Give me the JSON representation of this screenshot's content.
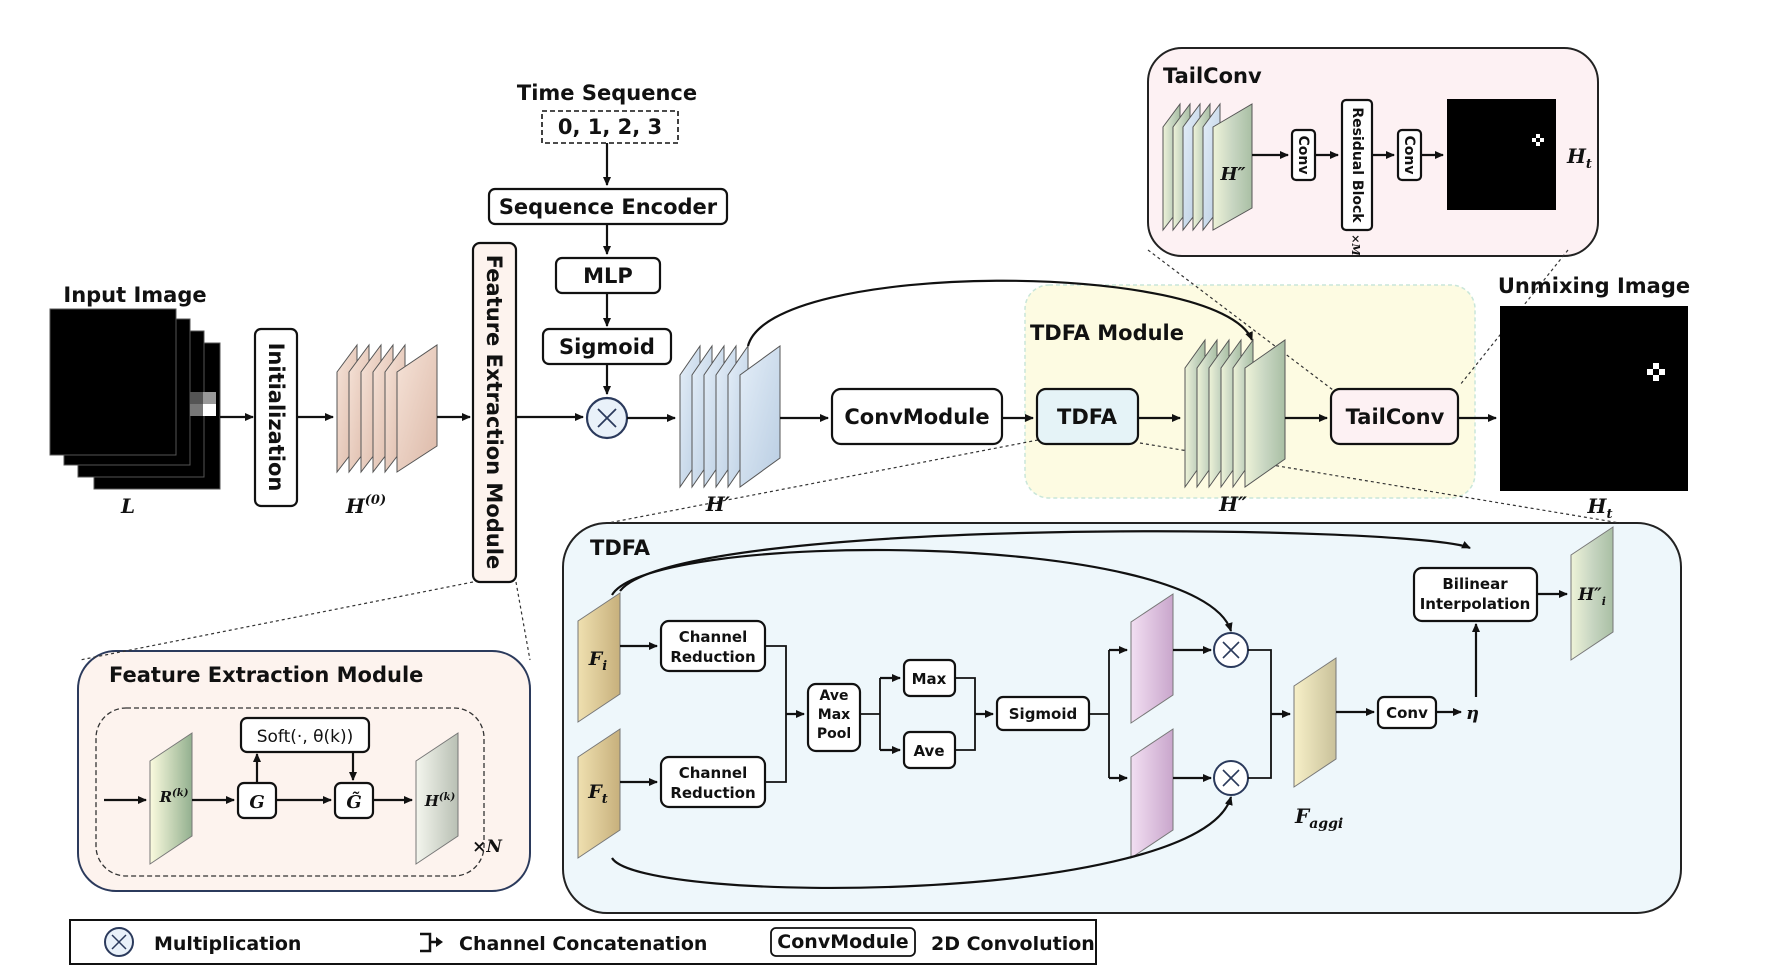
{
  "input": {
    "title": "Input Image",
    "symbol": "L"
  },
  "init_label": "Initialization",
  "h0_label": "H",
  "h0_sup": "(0)",
  "time": {
    "title": "Time Sequence",
    "values": "0, 1, 2, 3"
  },
  "seq_encoder": "Sequence Encoder",
  "mlp": "MLP",
  "sigmoid": "Sigmoid",
  "fem_box": "Feature Extraction Module",
  "h_prime": "H′",
  "convmodule": "ConvModule",
  "tdfa_module": {
    "title": "TDFA Module",
    "box": "TDFA"
  },
  "h_dprime": "H″",
  "tailconv_box": "TailConv",
  "unmixing": {
    "title": "Unmixing Image",
    "symbol": "H",
    "sub": "t"
  },
  "tailconv_detail": {
    "title": "TailConv",
    "feat": "H″",
    "conv1": "Conv",
    "residual": "Residual Block",
    "times": "×M",
    "conv2": "Conv",
    "out": "H",
    "out_sub": "t"
  },
  "fem_detail": {
    "title": "Feature Extraction Module",
    "r": "R",
    "r_sup": "(k)",
    "g": "G",
    "gt": "G̃",
    "soft": "Soft(·, θ(k))",
    "h": "H",
    "h_sup": "(k)",
    "times": "×N"
  },
  "tdfa_detail": {
    "title": "TDFA",
    "fi": "F",
    "fi_sub": "i",
    "ft": "F",
    "ft_sub": "t",
    "cr_line1": "Channel",
    "cr_line2": "Reduction",
    "pool_line1": "Ave",
    "pool_line2": "Max",
    "pool_line3": "Pool",
    "max": "Max",
    "ave": "Ave",
    "sigmoid": "Sigmoid",
    "faggi": "F",
    "faggi_sub": "aggi",
    "conv": "Conv",
    "eta": "η",
    "bilinear_line1": "Bilinear",
    "bilinear_line2": "Interpolation",
    "hi": "H″",
    "hi_sub": "i"
  },
  "legend": {
    "mult": "Multiplication",
    "concat": "Channel Concatenation",
    "convmodule": "ConvModule",
    "conv2d": "2D Convolution"
  },
  "colors": {
    "peach": "#e8c7b8",
    "blue": "#c9dcef",
    "green": "#b7cbb0",
    "yellow_bg": "#fdfbe0",
    "tdfa_bg": "#eef7fb",
    "fem_bg": "#fdf3ee",
    "tail_bg": "#fdf1f3",
    "purple": "#dcbcdc",
    "tan": "#d9c9a0"
  }
}
